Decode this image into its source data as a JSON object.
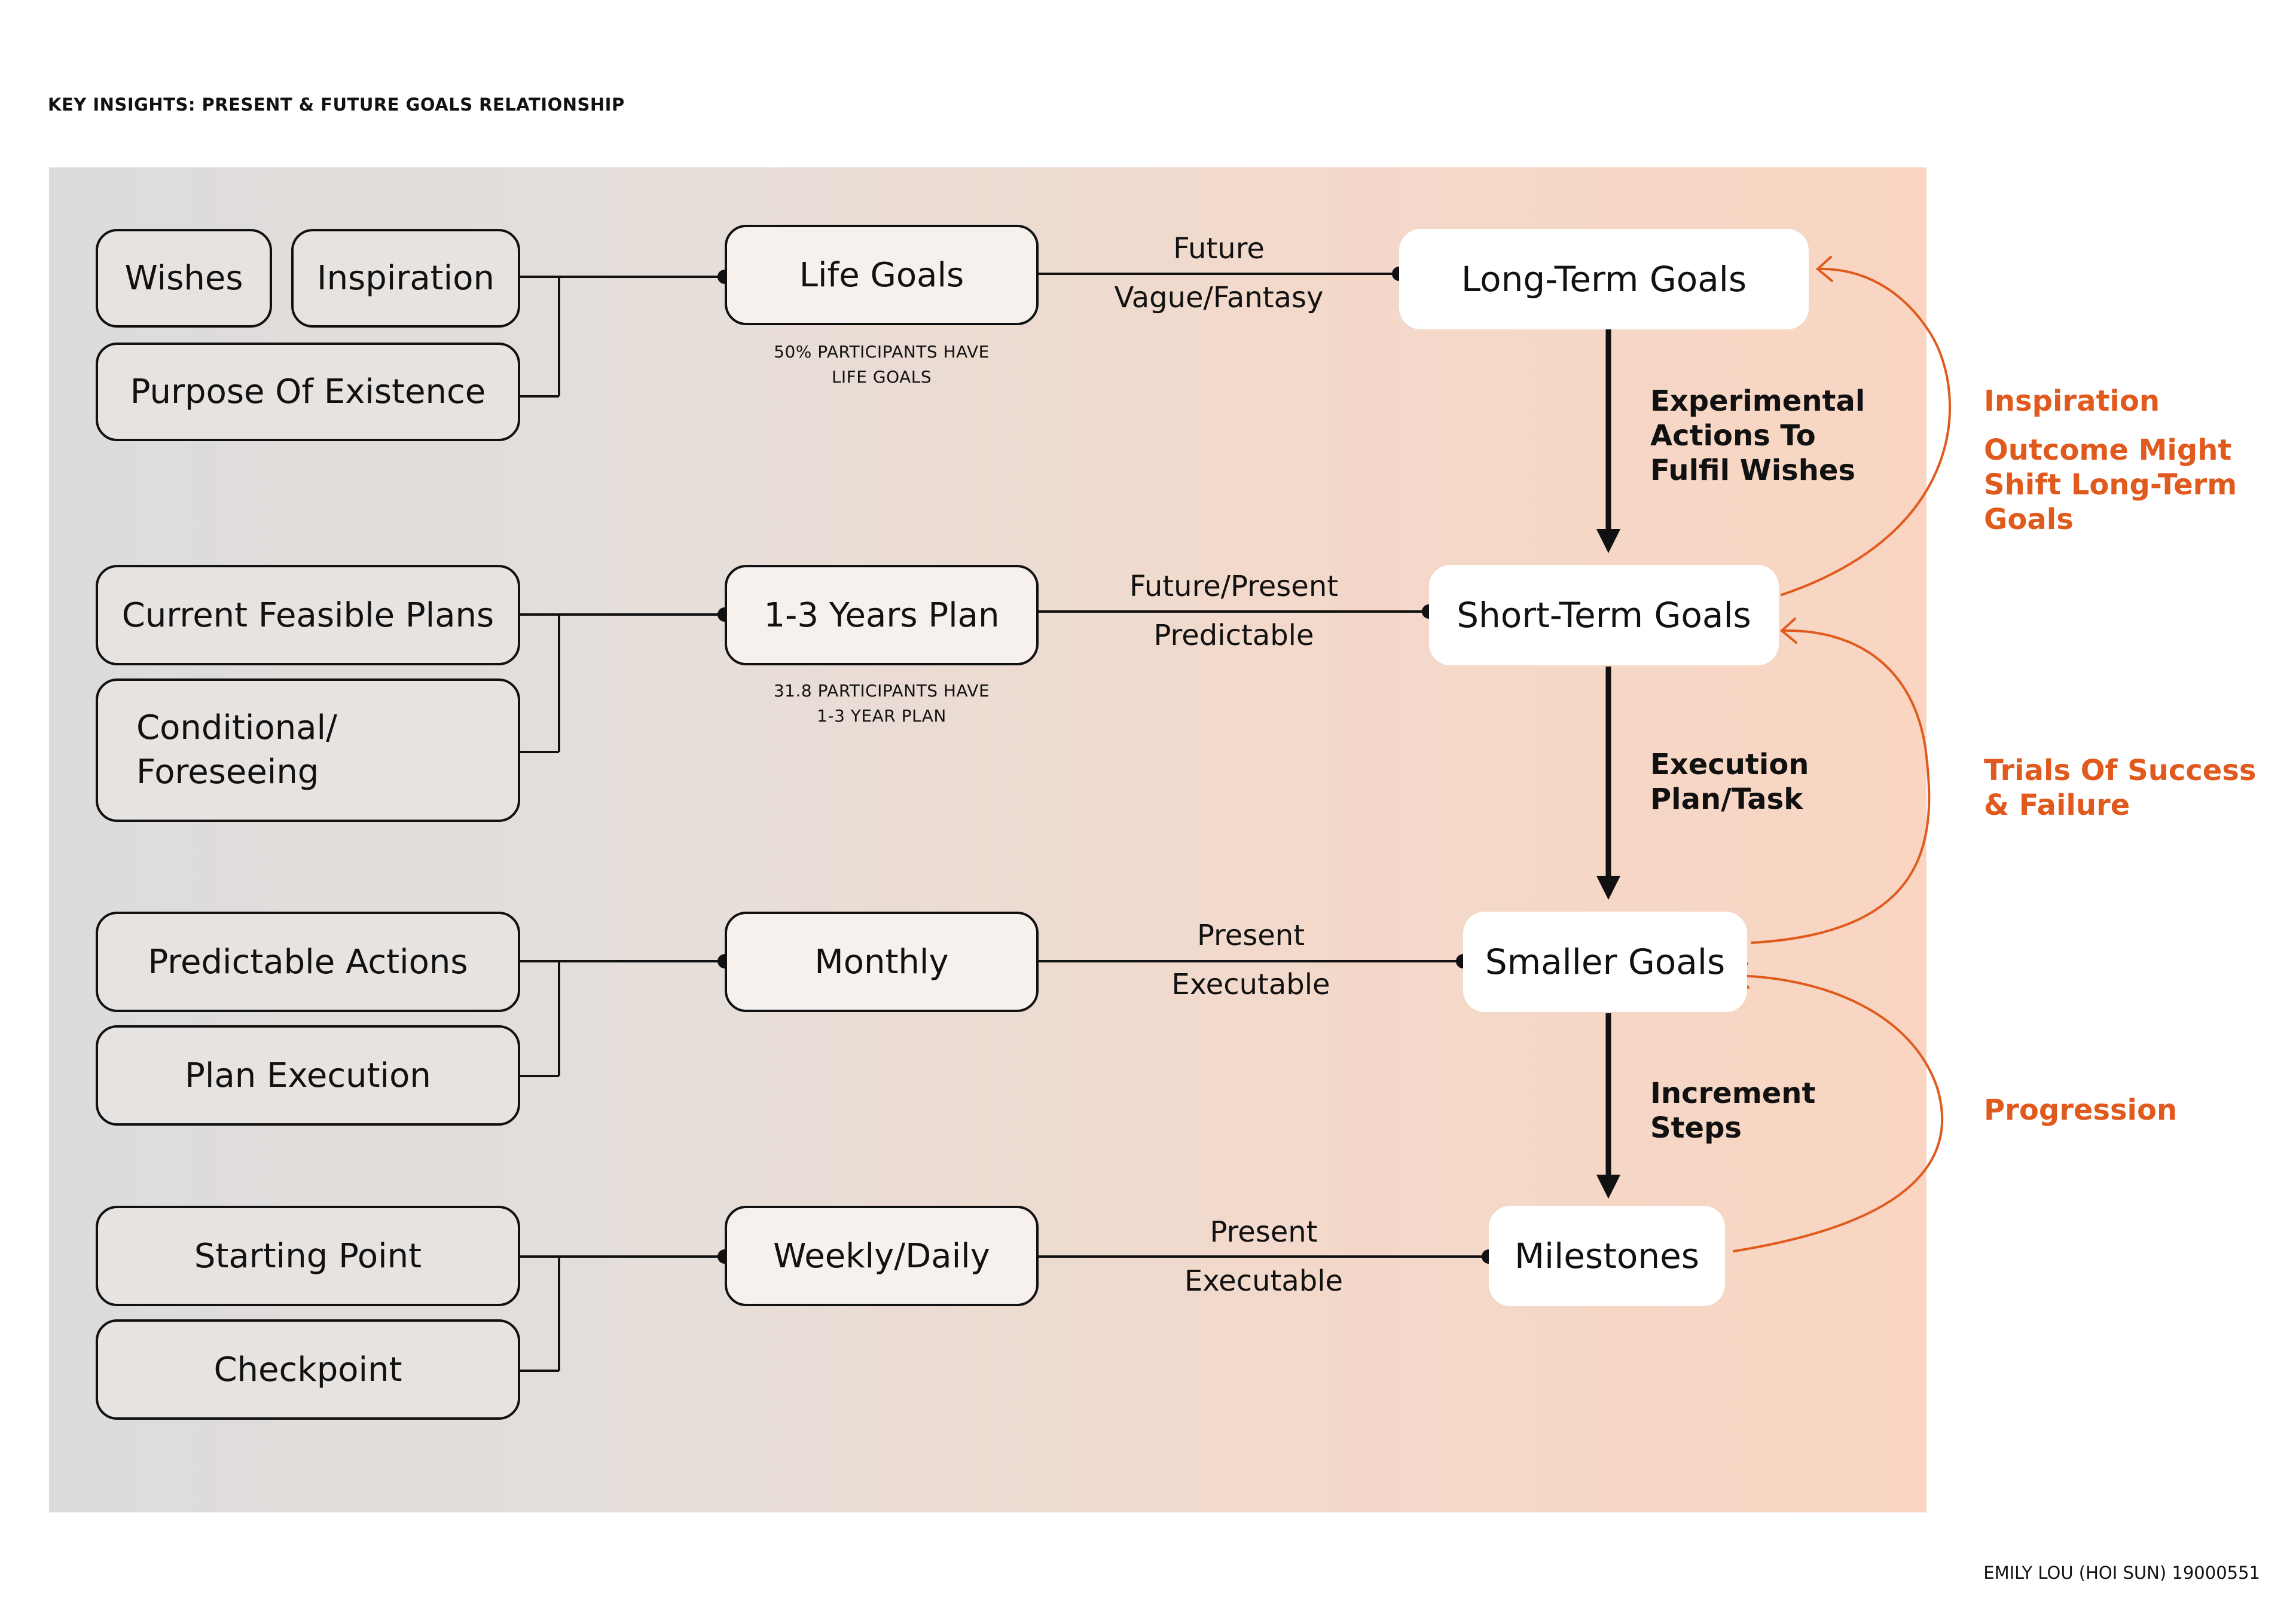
{
  "header": {
    "title": "KEY INSIGHTS: PRESENT & FUTURE GOALS RELATIONSHIP"
  },
  "rows": {
    "life": {
      "sources": [
        "Wishes",
        "Inspiration",
        "Purpose Of Existence"
      ],
      "plan": "Life Goals",
      "note_line1": "50% PARTICIPANTS HAVE",
      "note_line2": "LIFE GOALS",
      "connector_top": "Future",
      "connector_bottom": "Vague/Fantasy",
      "goal": "Long-Term Goals"
    },
    "years": {
      "sources": [
        "Current Feasible Plans",
        "Conditional/ Foreseeing"
      ],
      "plan": "1-3 Years Plan",
      "note_line1": "31.8 PARTICIPANTS HAVE",
      "note_line2": "1-3 YEAR PLAN",
      "connector_top": "Future/Present",
      "connector_bottom": "Predictable",
      "goal": "Short-Term Goals"
    },
    "monthly": {
      "sources": [
        "Predictable Actions",
        "Plan Execution"
      ],
      "plan": "Monthly",
      "connector_top": "Present",
      "connector_bottom": "Executable",
      "goal": "Smaller Goals"
    },
    "weekly": {
      "sources": [
        "Starting Point",
        "Checkpoint"
      ],
      "plan": "Weekly/Daily",
      "connector_top": "Present",
      "connector_bottom": "Executable",
      "goal": "Milestones"
    }
  },
  "vertical_arrows": [
    {
      "line1": "Experimental",
      "line2": "Actions To",
      "line3": "Fulfil Wishes"
    },
    {
      "line1": "Execution",
      "line2": "Plan/Task"
    },
    {
      "line1": "Increment",
      "line2": "Steps"
    }
  ],
  "feedback": {
    "inspiration": {
      "title": "Inspiration",
      "line1": "Outcome Might",
      "line2": "Shift Long-Term",
      "line3": "Goals"
    },
    "trials": {
      "line1": "Trials Of Success",
      "line2": "& Failure"
    },
    "progression": {
      "line1": "Progression"
    }
  },
  "colors": {
    "accent": "#e05a1e",
    "ink": "#111111"
  },
  "footer": {
    "credit": "EMILY LOU  (HOI SUN) 19000551"
  }
}
